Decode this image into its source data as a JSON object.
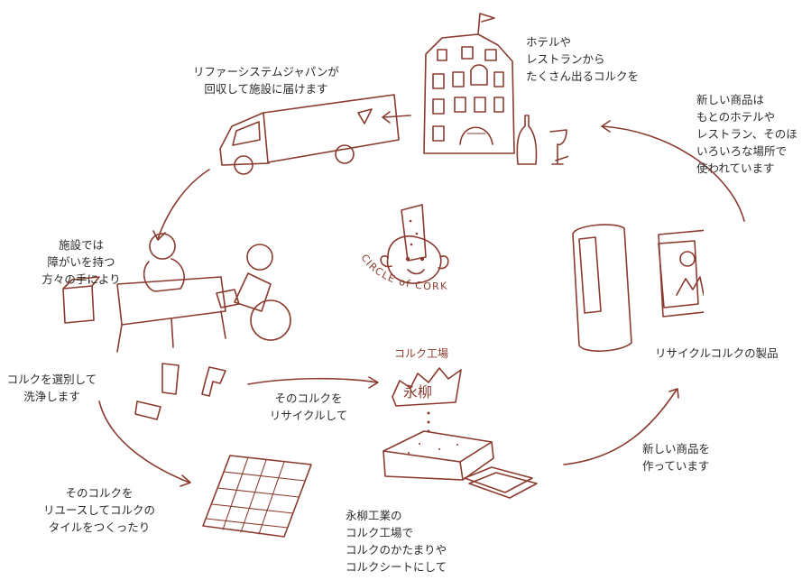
{
  "captions": {
    "hotel": [
      "ホテルや",
      "レストランから",
      "たくさん出るコルクを"
    ],
    "truck": [
      "リファーシステムジャパンが",
      "回収して施設に届けます"
    ],
    "products_used": [
      "新しい商品は",
      "もとのホテルや",
      "レストラン、そのほ",
      "いろいろな場所で",
      "使われています"
    ],
    "facility": [
      "施設では",
      "障がいを持つ",
      "方々の手により"
    ],
    "sorting": [
      "コルクを選別して",
      "洗浄します"
    ],
    "recycle": [
      "そのコルクを",
      "リサイクルして"
    ],
    "product_label": [
      "リサイクルコルクの製品"
    ],
    "new_products": [
      "新しい商品を",
      "作っています"
    ],
    "reuse": [
      "そのコルクを",
      "リユースしてコルクの",
      "タイルをつくったり"
    ],
    "factory": [
      "永柳工業の",
      "コルク工場で",
      "コルクのかたまりや",
      "コルクシートにして"
    ]
  },
  "logo": {
    "text": "CIRCLE of CORK"
  },
  "factory_sign": {
    "title": "コルク工場",
    "name": "永柳"
  },
  "colors": {
    "ink": "#8a3b2e",
    "text": "#2b2b2b",
    "background": "#ffffff"
  }
}
